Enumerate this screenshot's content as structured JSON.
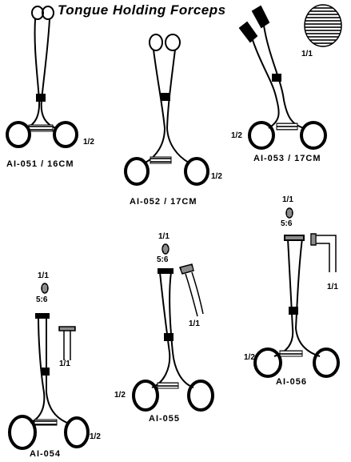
{
  "catalog": {
    "title": "Tongue Holding Forceps",
    "items": [
      {
        "code": "AI-051 / 16CM",
        "scale": "1/2"
      },
      {
        "code": "AI-052 / 17CM",
        "scale": "1/2"
      },
      {
        "code": "AI-053 / 17CM",
        "scale": "1/2",
        "detail_scale": "1/1"
      },
      {
        "code": "AI-054",
        "scale": "1/2",
        "detail_scale_top": "1/1",
        "ratio": "5:6",
        "detail_scale_bottom": "1/1"
      },
      {
        "code": "AI-055",
        "scale": "1/2",
        "detail_scale_top": "1/1",
        "ratio": "5:6",
        "detail_scale_bottom": "1/1"
      },
      {
        "code": "AI-056",
        "scale": "1/2",
        "detail_scale_top": "1/1",
        "ratio": "5:6",
        "detail_scale_bottom": "1/1"
      }
    ]
  }
}
